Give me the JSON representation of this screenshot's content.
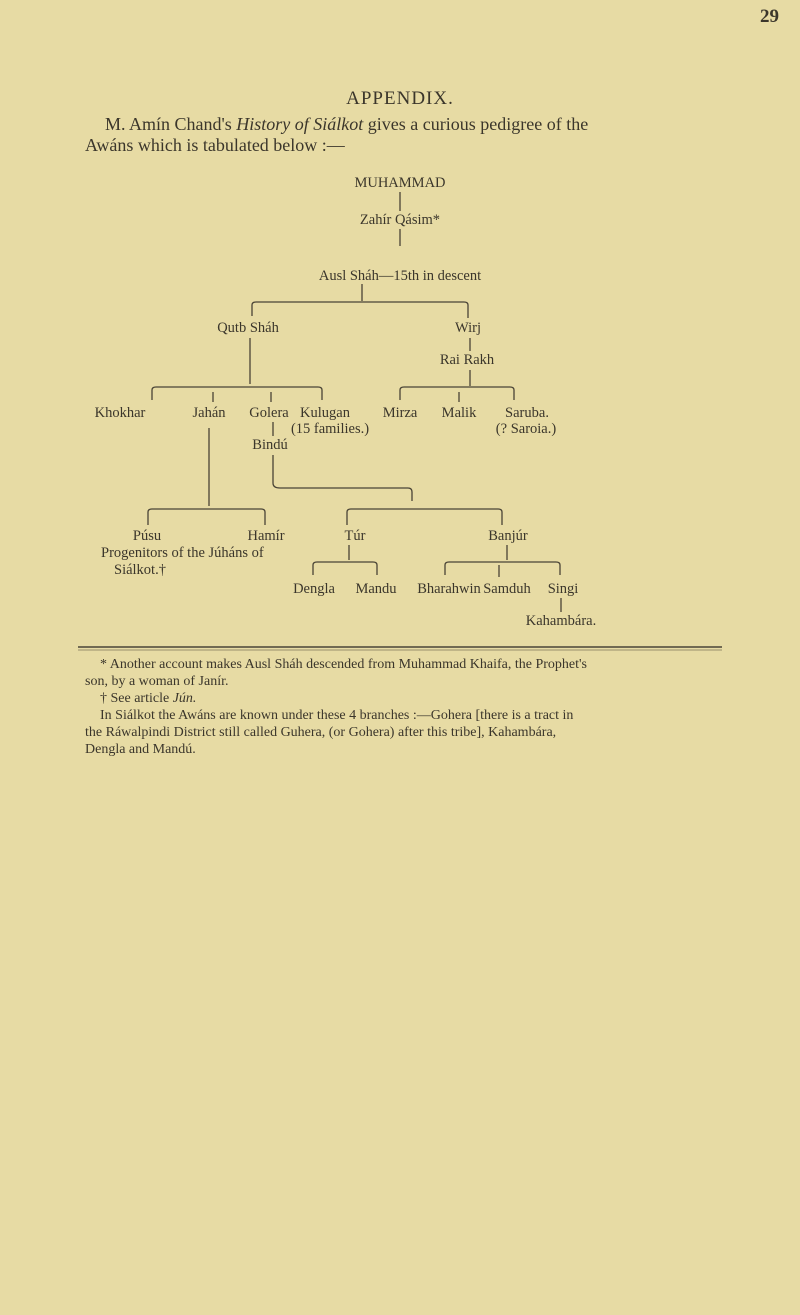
{
  "page_number": "29",
  "heading": "APPENDIX.",
  "intro": {
    "line1_a": "M. Amín Chand's ",
    "line1_title": "History of Siálkot",
    "line1_b": " gives a curious pedigree of the",
    "line2": "Awáns which is tabulated below :—"
  },
  "pedigree": {
    "root": "MUHAMMAD",
    "gen1": "Zahír Qásim*",
    "gen2": "Ausl Sháh—15th in descent",
    "qutb": "Qutb Sháh",
    "wirj": "Wirj",
    "rai_rakh": "Rai Rakh",
    "khokhar": "Khokhar",
    "jahan": "Jahán",
    "golera": "Golera",
    "kulugan": "Kulugan",
    "kulugan_note": "(15 families.)",
    "mirza": "Mirza",
    "malik": "Malik",
    "saruba": "Saruba.",
    "saruba_note": "(? Saroia.)",
    "bindu": "Bindú",
    "pusu": "Púsu",
    "hamir": "Hamír",
    "progenitors_1": "Progenitors of the Júháns of",
    "progenitors_2": "Siálkot.†",
    "tur": "Túr",
    "banjur": "Banjúr",
    "dengla": "Dengla",
    "mandu": "Mandu",
    "bharahwin": "Bharahwin",
    "samduh": "Samduh",
    "singi": "Singi",
    "kahambara": "Kahambára."
  },
  "footnotes": {
    "star_1": "* Another account makes Ausl Sháh descended from Muhammad Khaifa, the Prophet's",
    "star_2": "son, by a woman of Janír.",
    "dagger_a": "† See article ",
    "dagger_b": "Jún.",
    "note_1": "In Siálkot the Awáns are known under these 4 branches :—Gohera [there is a tract in",
    "note_2": "the Ráwalpindi District still called Guhera, (or Gohera) after this tribe], Kahambára,",
    "note_3": "Dengla and Mandú."
  }
}
